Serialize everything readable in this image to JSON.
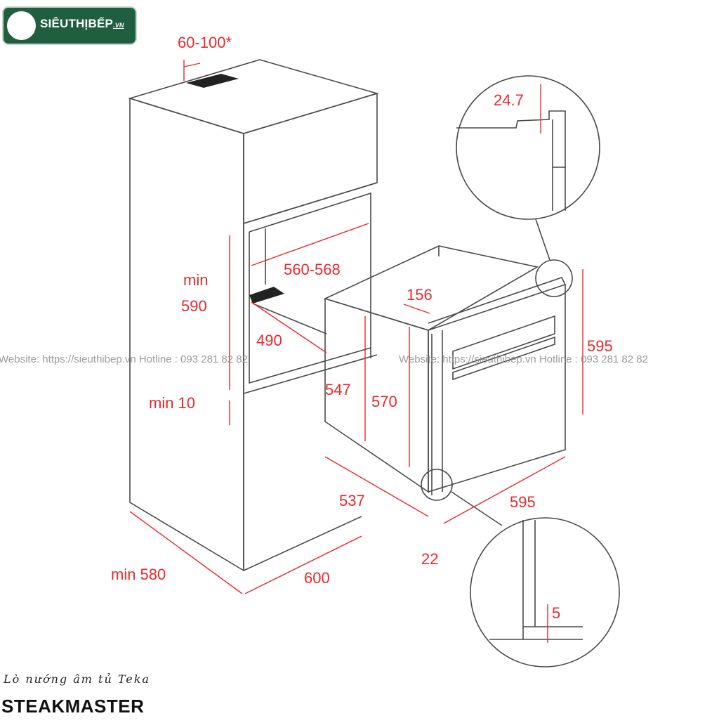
{
  "brand": {
    "name": "SIÊUTHỊBẾP",
    "suffix": ".VN"
  },
  "dimensions": {
    "vent_gap": "60-100*",
    "min_height_label_1": "min",
    "min_height_label_2": "590",
    "niche_width": "560-568",
    "niche_depth": "490",
    "min_gap": "min 10",
    "cabinet_depth": "min 580",
    "cabinet_width": "600",
    "oven_depth_body": "537",
    "oven_front_offset": "22",
    "oven_width": "595",
    "oven_height_total": "595",
    "oven_height_body": "547",
    "oven_height_mid": "570",
    "top_offset": "156",
    "detail_top": "24.7",
    "detail_bottom": "5"
  },
  "watermark": {
    "left": "Website: https://sieuthibep.vn      Hotline : 093 281 82 82",
    "right": "Website: https://sieuthibep.vn  Hotline : 093 281 82 82"
  },
  "caption": "Lò nướng âm tủ Teka",
  "model": "STEAKMASTER",
  "colors": {
    "dimension": "#e8292e",
    "line": "#4a4a4a",
    "brand_bg": "#1f5f3f"
  }
}
